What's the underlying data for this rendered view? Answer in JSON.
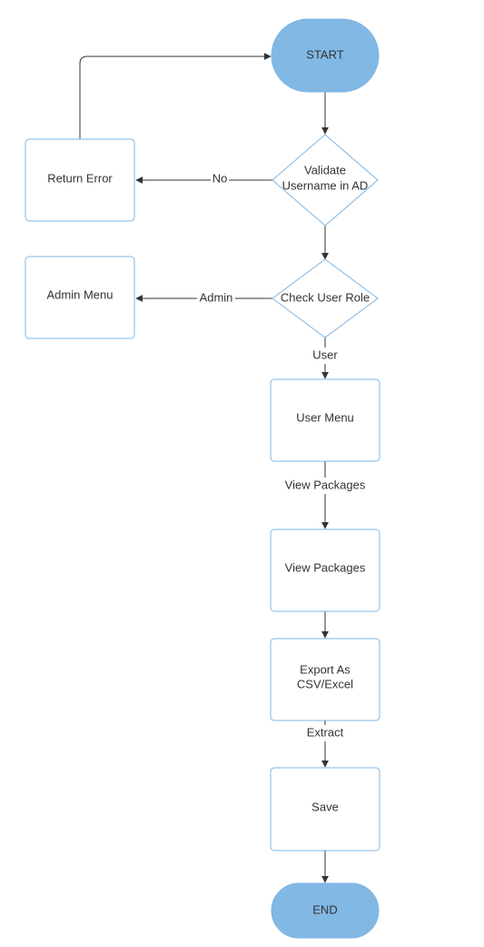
{
  "colors": {
    "terminal_fill": "#82b8e4",
    "node_stroke": "#7fb6e4",
    "edge": "#333333",
    "text": "#333333"
  },
  "nodes": {
    "start": {
      "lines": [
        "START"
      ]
    },
    "validate": {
      "lines": [
        "Validate",
        "Username in AD"
      ]
    },
    "return_error": {
      "lines": [
        "Return Error"
      ]
    },
    "check_role": {
      "lines": [
        "Check User Role"
      ]
    },
    "admin_menu": {
      "lines": [
        "Admin Menu"
      ]
    },
    "user_menu": {
      "lines": [
        "User Menu"
      ]
    },
    "view_packages": {
      "lines": [
        "View Packages"
      ]
    },
    "export": {
      "lines": [
        "Export As",
        "CSV/Excel"
      ]
    },
    "save": {
      "lines": [
        "Save"
      ]
    },
    "end": {
      "lines": [
        "END"
      ]
    }
  },
  "edges": {
    "no": "No",
    "admin": "Admin",
    "user": "User",
    "view_packages": "View Packages",
    "extract": "Extract"
  }
}
